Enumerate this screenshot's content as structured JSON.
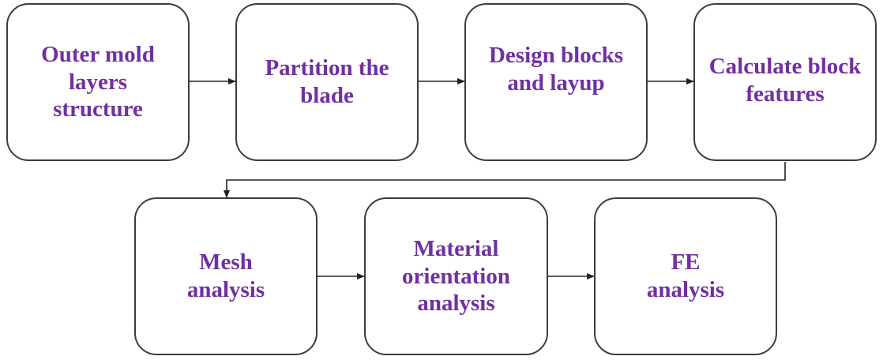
{
  "colors": {
    "text": "#7030a0",
    "border": "#3c3c3c",
    "arrow": "#222222",
    "background": "#ffffff"
  },
  "flowchart": {
    "nodes": [
      {
        "id": "outer-mold",
        "label": "Outer mold layers structure"
      },
      {
        "id": "partition",
        "label": "Partition the blade"
      },
      {
        "id": "design-blocks",
        "label": "Design blocks and layup"
      },
      {
        "id": "calculate-features",
        "label": "Calculate block features"
      },
      {
        "id": "mesh",
        "label": "Mesh analysis"
      },
      {
        "id": "material-orientation",
        "label": "Material orientation analysis"
      },
      {
        "id": "fe",
        "label": "FE analysis"
      }
    ],
    "edges": [
      {
        "from": "outer-mold",
        "to": "partition"
      },
      {
        "from": "partition",
        "to": "design-blocks"
      },
      {
        "from": "design-blocks",
        "to": "calculate-features"
      },
      {
        "from": "calculate-features",
        "to": "mesh"
      },
      {
        "from": "mesh",
        "to": "material-orientation"
      },
      {
        "from": "material-orientation",
        "to": "fe"
      }
    ]
  }
}
